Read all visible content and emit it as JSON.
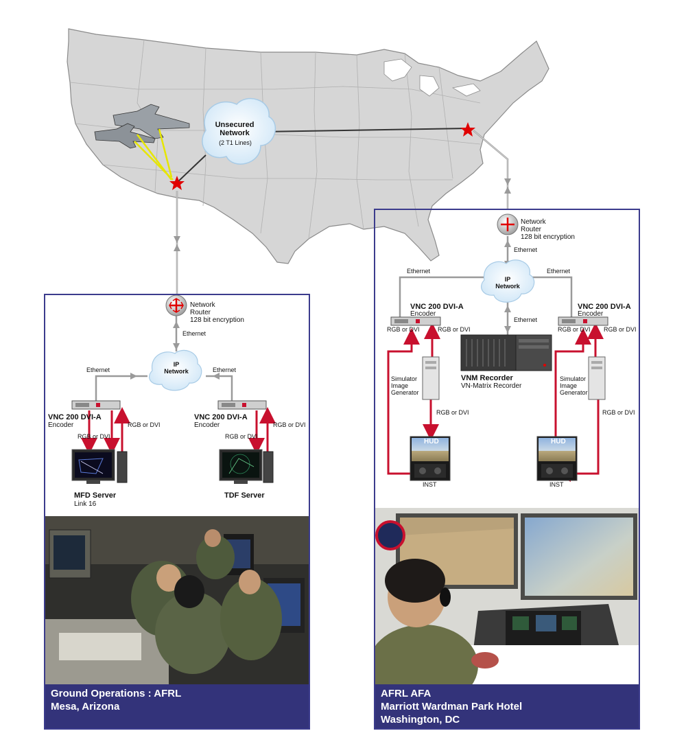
{
  "map": {
    "cloud_title": "Unsecured Network",
    "cloud_sub": "(2 T1 Lines)"
  },
  "left": {
    "router_title": "Network",
    "router_sub1": "Router",
    "router_sub2": "128 bit encryption",
    "ethernet_top": "Ethernet",
    "ip_network": "IP Network",
    "ethernet_left": "Ethernet",
    "ethernet_right": "Ethernet",
    "enc1_title": "VNC 200 DVI-A",
    "enc1_sub": "Encoder",
    "enc2_title": "VNC 200 DVI-A",
    "enc2_sub": "Encoder",
    "rgb_dvi": "RGB or DVI",
    "mfd_title": "MFD Server",
    "mfd_sub": "Link 16",
    "tdf_title": "TDF Server",
    "caption_line1": "Ground Operations : AFRL",
    "caption_line2": "Mesa, Arizona"
  },
  "right": {
    "router_title": "Network",
    "router_sub1": "Router",
    "router_sub2": "128 bit encryption",
    "ethernet_top": "Ethernet",
    "ethernet_left": "Ethernet",
    "ethernet_right": "Ethernet",
    "ethernet_mid": "Ethernet",
    "ip_network": "IP Network",
    "enc1_title": "VNC 200 DVI-A",
    "enc1_sub": "Encoder",
    "enc2_title": "VNC 200 DVI-A",
    "enc2_sub": "Encoder",
    "rgb_dvi": "RGB or DVI",
    "sim_label": "Simulator Image Generator",
    "recorder_title": "VNM Recorder",
    "recorder_sub": "VN-Matrix Recorder",
    "hud": "HUD",
    "inst": "INST",
    "caption_line1": "AFRL AFA",
    "caption_line2": "Marriott Wardman Park Hotel",
    "caption_line3": "Washington, DC"
  },
  "colors": {
    "panel_border": "#3b3b8c",
    "caption_bg": "#33337a",
    "signal_red": "#c8102e",
    "map_fill": "#d6d6d6",
    "cloud": "#d8ebf8"
  }
}
